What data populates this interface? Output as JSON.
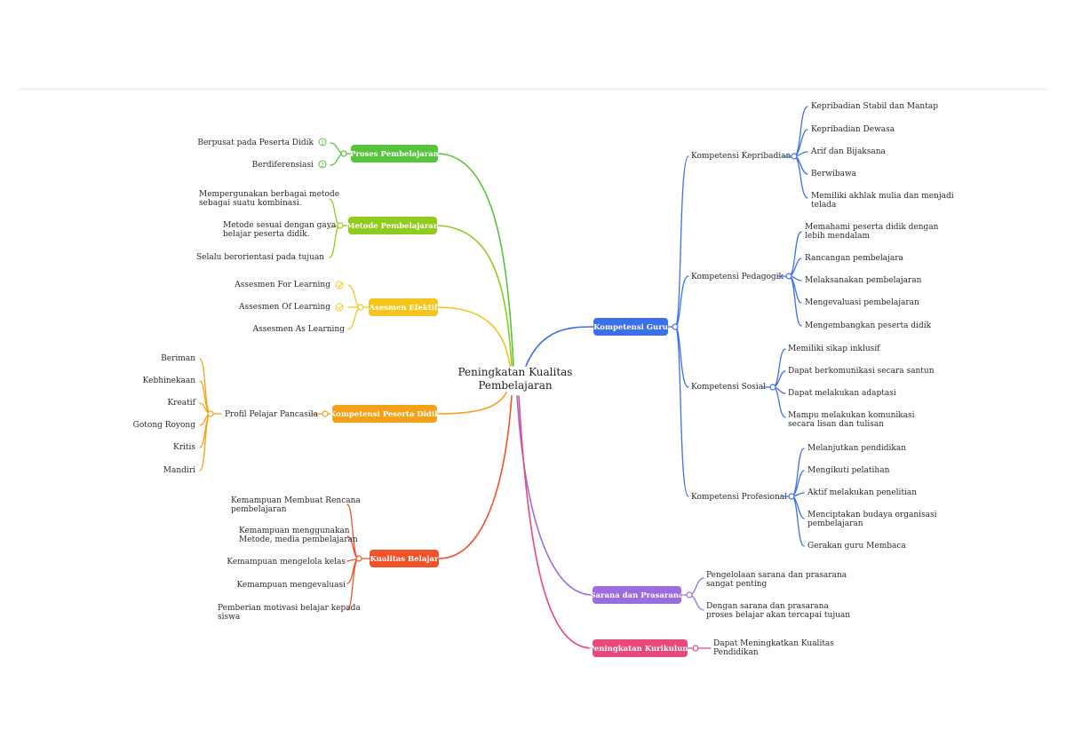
{
  "center": [
    "Peningkatan Kualitas",
    "Pembelajaran"
  ],
  "colors": {
    "green": "#56c43c",
    "lime": "#8fcc1e",
    "yellow": "#f4c51c",
    "orange": "#f4a118",
    "red": "#f0532a",
    "blue": "#3d6fe8",
    "purple": "#9a6ce0",
    "pink": "#e8497a"
  },
  "left": {
    "proses": {
      "label": "Proses Pembelajaran",
      "items": [
        "Berpusat pada Peserta Didik",
        "Berdiferensiasi"
      ],
      "badges": [
        "1",
        "2"
      ]
    },
    "metode": {
      "label": "Metode Pembelajaran",
      "items": [
        [
          "Mempergunakan berbagai metode",
          "sebagai suatu kombinasi."
        ],
        [
          "Metode sesuai dengan gaya",
          "belajar peserta didik."
        ],
        [
          "Selalu berorientasi pada tujuan"
        ]
      ]
    },
    "asesmen": {
      "label": "Asesmen Efektif",
      "items": [
        "Assesmen For Learning",
        "Assesmen Of Learning",
        "Assesmen As Learning"
      ]
    },
    "kompetensi_peserta": {
      "label": "Kompetensi Peserta Didik",
      "sub": "Profil Pelajar Pancasila",
      "items": [
        "Beriman",
        "Kebhinekaan",
        "Kreatif",
        "Gotong Royong",
        "Kritis",
        "Mandiri"
      ]
    },
    "kualitas": {
      "label": "Kualitas Belajar",
      "items": [
        [
          "Kemampuan Membuat Rencana",
          "pembelajaran"
        ],
        [
          "Kemampuan menggunakan",
          "Metode, media pembelajaran"
        ],
        [
          "Kemampuan mengelola kelas"
        ],
        [
          "Kemampuan mengevaluasi"
        ],
        [
          "Pemberian motivasi belajar kepada",
          "siswa"
        ]
      ]
    }
  },
  "right": {
    "kompetensi_guru": {
      "label": "Kompetensi Guru",
      "groups": {
        "kepribadian": {
          "label": "Kompetensi Kepribadian",
          "items": [
            [
              "Kepribadian Stabil dan Mantap"
            ],
            [
              "Kepribadian Dewasa"
            ],
            [
              "Arif dan Bijaksana"
            ],
            [
              "Berwibawa"
            ],
            [
              "Memiliki akhlak mulia dan menjadi",
              "telada"
            ]
          ]
        },
        "pedagogik": {
          "label": "Kompetensi Pedagogik",
          "items": [
            [
              "Memahami peserta didik dengan",
              "lebih mendalam"
            ],
            [
              "Rancangan pembelajara"
            ],
            [
              "Melaksanakan pembelajaran"
            ],
            [
              "Mengevaluasi pembelajaran"
            ],
            [
              "Mengembangkan peserta didik"
            ]
          ]
        },
        "sosial": {
          "label": "Kompetensi Sosial",
          "items": [
            [
              "Memiliki sikap inklusif"
            ],
            [
              "Dapat berkomunikasi secara santun"
            ],
            [
              "Dapat melakukan adaptasi"
            ],
            [
              "Mampu melakukan komunikasi",
              "secara lisan dan tulisan"
            ]
          ]
        },
        "profesional": {
          "label": "Kompetensi Profesional",
          "items": [
            [
              "Melanjutkan pendidikan"
            ],
            [
              "Mengikuti pelatihan"
            ],
            [
              "Aktif melakukan penelitian"
            ],
            [
              "Menciptakan budaya organisasi",
              "pembelajaran"
            ],
            [
              "Gerakan guru Membaca"
            ]
          ]
        }
      }
    },
    "sarana": {
      "label": "Sarana dan Prasarana",
      "items": [
        [
          "Pengelolaan sarana dan prasarana",
          "sangat penting"
        ],
        [
          "Dengan sarana dan prasarana",
          "proses belajar akan tercapai tujuan"
        ]
      ]
    },
    "kurikulum": {
      "label": "Peningkatan Kurikulum",
      "items": [
        [
          "Dapat Meningkatkan Kualitas",
          "Pendidikan"
        ]
      ]
    }
  }
}
